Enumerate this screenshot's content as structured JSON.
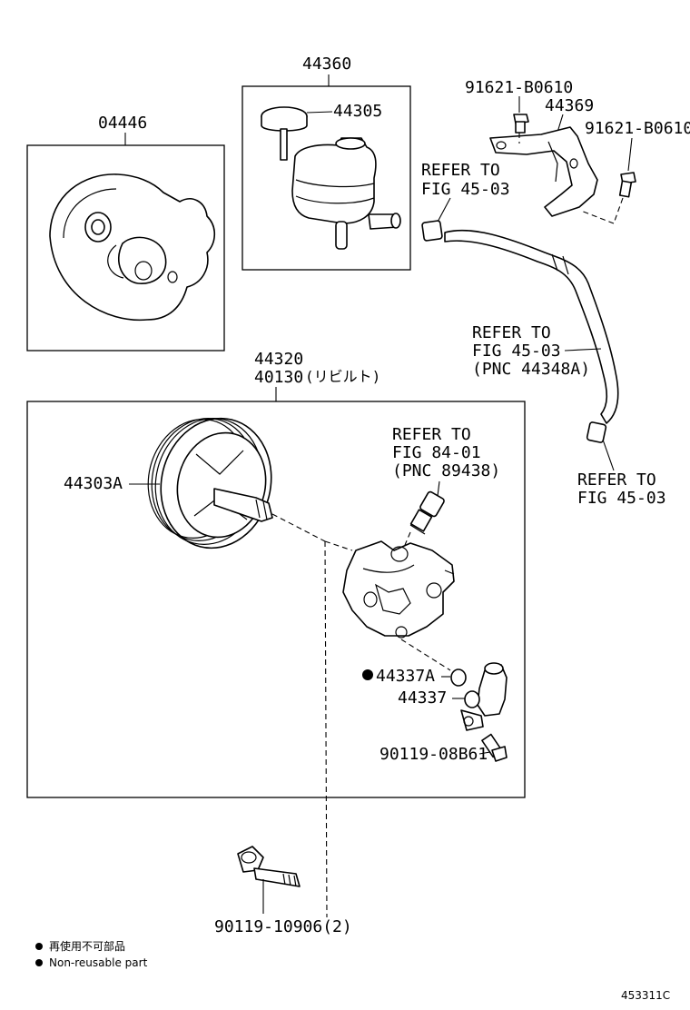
{
  "parts": {
    "pulley_kit": "04446",
    "reservoir_assy": "44360",
    "reservoir_cap": "44305",
    "bolt_bracket_a": "91621-B0610",
    "bracket": "44369",
    "bolt_bracket_b": "91621-B0610",
    "pump_assy": "44320",
    "pump_rebuilt": "40130",
    "pump_rebuilt_note": "(リビルト)",
    "pump_pulley": "44303A",
    "oring": "44337A",
    "union": "44337",
    "union_bolt": "90119-08B61",
    "mount_bolt": "90119-10906(2)"
  },
  "refs": {
    "ref1": {
      "l1": "REFER TO",
      "l2": "FIG 45-03"
    },
    "ref2": {
      "l1": "REFER TO",
      "l2": "FIG 45-03",
      "l3": "(PNC 44348A)"
    },
    "ref3": {
      "l1": "REFER TO",
      "l2": "FIG 84-01",
      "l3": "(PNC 89438)"
    },
    "ref4": {
      "l1": "REFER TO",
      "l2": "FIG 45-03"
    }
  },
  "legend": {
    "jp": "再使用不可部品",
    "en": "Non-reusable part"
  },
  "figure_code": "453311C"
}
